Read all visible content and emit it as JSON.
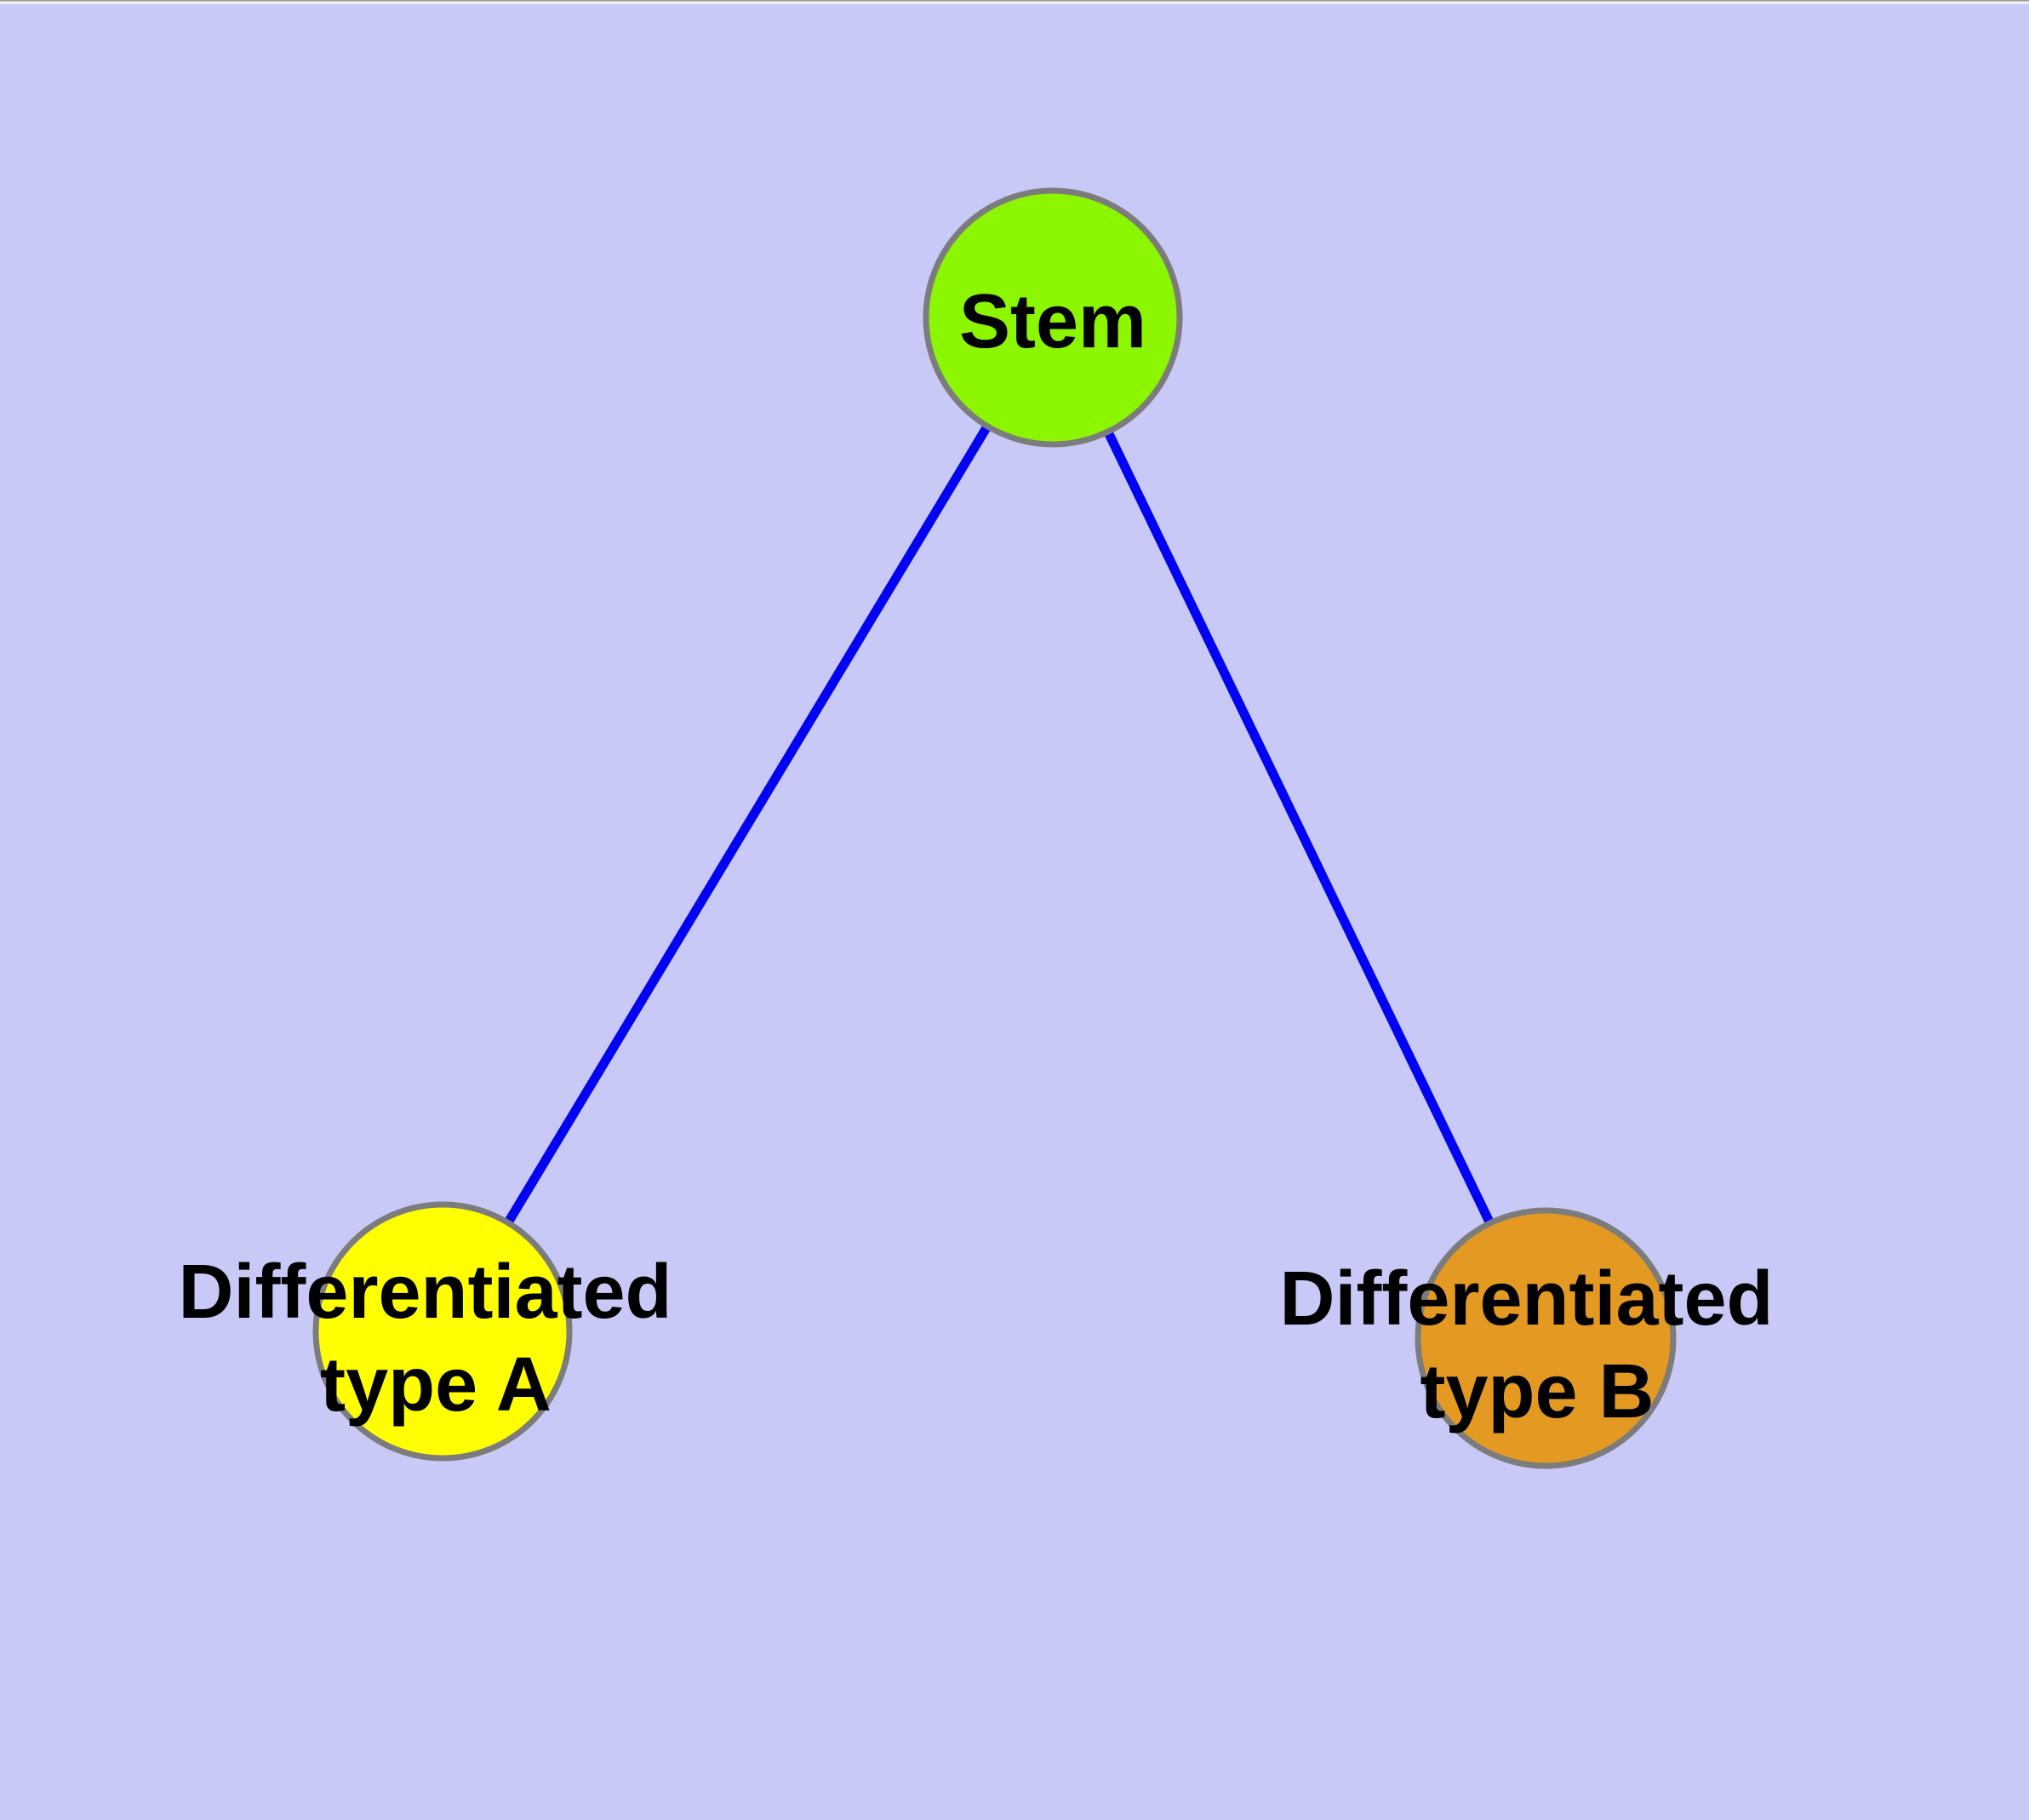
{
  "diagram": {
    "description": "Stem cell differentiation graph: one stem node branching to two differentiated cell type nodes",
    "background_color": "#C9C9F8",
    "top_strip_color": "#EDEDED",
    "top_strip_line_color": "#9A9A9A",
    "edge_color": "#0303F3",
    "node_border_color": "#7C7C7C",
    "label_color": "#000000",
    "nodes": {
      "stem": {
        "label": "Stem",
        "fill": "#8BF600"
      },
      "type_a": {
        "label_line1": "Differentiated",
        "label_line2": "type A",
        "fill": "#FFFF00"
      },
      "type_b": {
        "label_line1": "Differentiated",
        "label_line2": "type B",
        "fill": "#E49A22"
      }
    },
    "edges": [
      {
        "from": "Stem",
        "to": "Differentiated type A"
      },
      {
        "from": "Stem",
        "to": "Differentiated type B"
      }
    ]
  }
}
